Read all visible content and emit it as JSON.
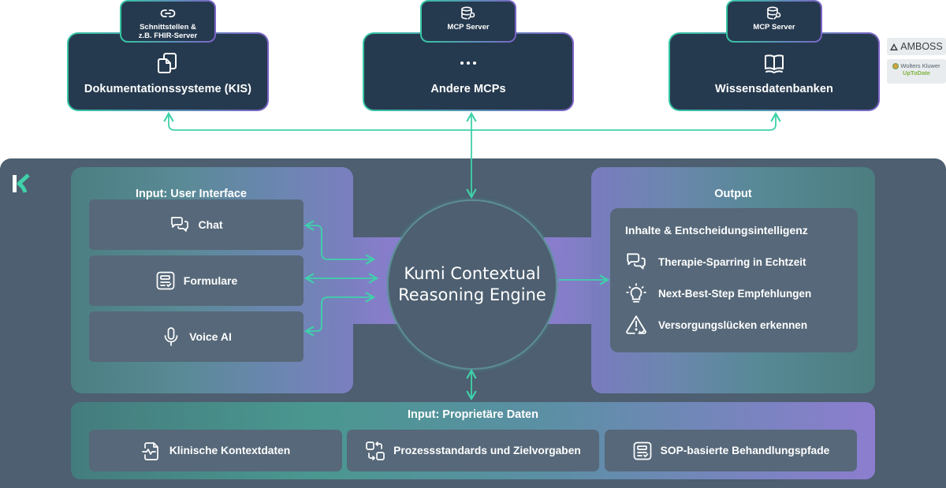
{
  "sources": [
    {
      "badge": [
        "Schnittstellen &",
        "z.B. FHIR-Server"
      ],
      "badge_icon": "link-icon",
      "icon": "documents-icon",
      "title": "Dokumentationssysteme (KIS)"
    },
    {
      "badge": [
        "MCP Server"
      ],
      "badge_icon": "database-key-icon",
      "icon": "ellipsis-icon",
      "title": "Andere MCPs"
    },
    {
      "badge": [
        "MCP Server"
      ],
      "badge_icon": "database-key-icon",
      "icon": "book-icon",
      "title": "Wissensdatenbanken"
    }
  ],
  "partner_logos": {
    "amboss": "AMBOSS",
    "uptodate_brand": "Wolters Kluwer",
    "uptodate_product": "UpToDate"
  },
  "input_ui": {
    "title": "Input: User Interface",
    "items": [
      {
        "label": "Chat",
        "icon": "chat-icon"
      },
      {
        "label": "Formulare",
        "icon": "form-icon"
      },
      {
        "label": "Voice AI",
        "icon": "microphone-icon"
      }
    ]
  },
  "engine": {
    "line1": "Kumi Contextual",
    "line2": "Reasoning Engine"
  },
  "output": {
    "title": "Output",
    "card_title": "Inhalte & Entscheidungsintelligenz",
    "items": [
      {
        "label": "Therapie-Sparring in Echtzeit",
        "icon": "chat-icon"
      },
      {
        "label": "Next-Best-Step Empfehlungen",
        "icon": "lightbulb-icon"
      },
      {
        "label": "Versorgungslücken erkennen",
        "icon": "warning-check-icon"
      }
    ]
  },
  "input_data": {
    "title": "Input: Proprietäre Daten",
    "items": [
      {
        "label": "Klinische Kontextdaten",
        "icon": "file-pulse-icon"
      },
      {
        "label": "Prozessstandards und Zielvorgaben",
        "icon": "process-swap-icon"
      },
      {
        "label": "SOP-basierte Behandlungspfade",
        "icon": "form-icon"
      }
    ]
  },
  "colors": {
    "accent": "#3fd1aa",
    "source_box": "#263a4f",
    "panel": "#4d5f70",
    "card": "#566879",
    "purple": "#8c7dcf"
  }
}
